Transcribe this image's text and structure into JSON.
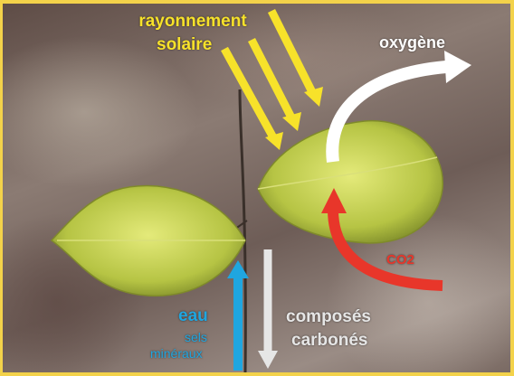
{
  "labels": {
    "sunlight_line1": "rayonnement",
    "sunlight_line2": "solaire",
    "oxygen": "oxygène",
    "co2": "CO2",
    "water": "eau",
    "salts_line1": "sels",
    "salts_line2": "minéraux",
    "carbon_line1": "composés",
    "carbon_line2": "carbonés"
  },
  "colors": {
    "frame": "#f3d24a",
    "sunlight": "#f7e22a",
    "oxygen": "#ffffff",
    "co2": "#e8362a",
    "water": "#1fa6e0",
    "carbon": "#e6e6e6",
    "leaf": "#b9c94a"
  }
}
